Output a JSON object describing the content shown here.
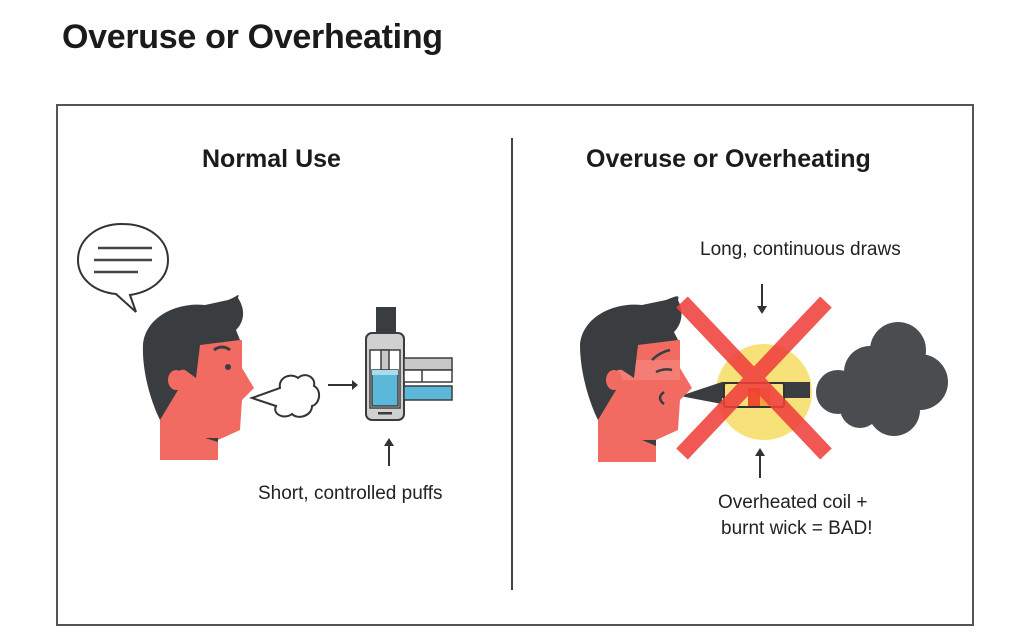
{
  "page": {
    "title": "Overuse or Overheating"
  },
  "panels": {
    "left": {
      "title": "Normal Use",
      "caption": "Short, controlled puffs",
      "icons": [
        "speech-bubble-icon",
        "person-head-icon",
        "vapor-puff-icon",
        "arrow-right-icon",
        "vape-tank-icon",
        "arrow-up-icon"
      ]
    },
    "right": {
      "title": "Overuse or Overheating",
      "top_caption": "Long, continuous draws",
      "bottom_caption_line1": "Overheated coil +",
      "bottom_caption_line2": "burnt wick = BAD!",
      "icons": [
        "person-head-strained-icon",
        "red-x-icon",
        "overheated-coil-icon",
        "dark-smoke-cloud-icon",
        "arrow-down-icon",
        "arrow-up-icon"
      ]
    }
  },
  "colors": {
    "skin": "#f26b63",
    "hair": "#3a3d40",
    "liquid": "#5bb8d8",
    "tank_gray": "#c8c8c8",
    "cross_red": "#f0403c",
    "heat_yellow": "#f7e27a",
    "smoke": "#4a4d50",
    "outline": "#3c3c3c"
  }
}
